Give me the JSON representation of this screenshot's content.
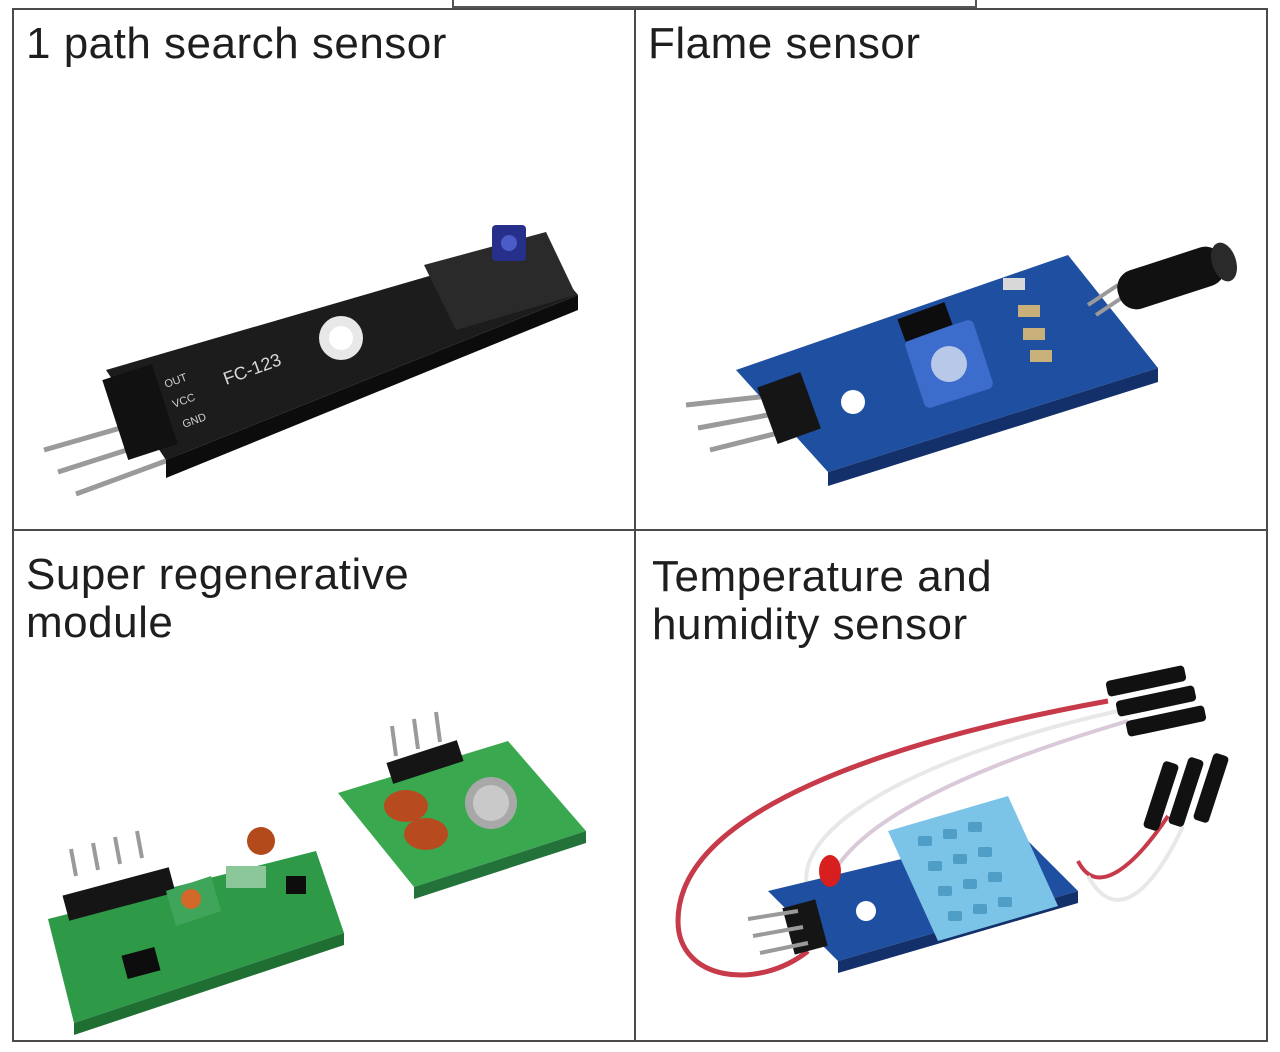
{
  "sensors": [
    {
      "label": "1 path search sensor",
      "board_text": "FC-123",
      "pins": [
        "OUT",
        "VCC",
        "GND"
      ],
      "image_icon": "line-tracking-sensor-board"
    },
    {
      "label": "Flame sensor",
      "image_icon": "flame-sensor-board"
    },
    {
      "label": "Super regenerative\nmodule",
      "image_icon": "rf-transmitter-receiver-boards"
    },
    {
      "label": "Temperature and\nhumidity sensor",
      "image_icon": "dht11-sensor-board"
    }
  ],
  "colors": {
    "border": "#4a4a4a",
    "black_pcb": "#1c1c1c",
    "blue_pcb": "#1f4fa0",
    "green_pcb": "#2e9a48",
    "dht_blue": "#7cc3e8",
    "wire_red": "#c73a4a"
  }
}
